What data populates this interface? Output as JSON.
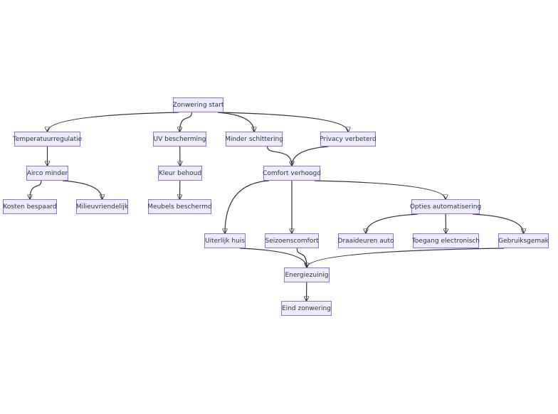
{
  "colors": {
    "node_fill": "#ececff",
    "node_border": "#9370db",
    "edge": "#333333",
    "text": "#333333"
  },
  "nodes": {
    "start": "Zonwering start",
    "temp": "Temperatuurregulatie",
    "uv": "UV bescherming",
    "glare": "Minder schittering",
    "privacy": "Privacy verbeterd",
    "airco": "Airco minder",
    "color": "Kleur behoud",
    "comfort": "Comfort verhoogd",
    "cost": "Kosten bespaard",
    "eco": "Milieuvriendelijk",
    "furniture": "Meubels beschermd",
    "automation": "Opties automatisering",
    "looks": "Uiterlijk huis",
    "season": "Seizoenscomfort",
    "turning": "Draaideuren auto",
    "access": "Toegang electronisch",
    "ease": "Gebruiksgemak",
    "energy": "Energiezuinig",
    "end": "Eind zonwering"
  },
  "edges": [
    [
      "start",
      "temp"
    ],
    [
      "start",
      "uv"
    ],
    [
      "start",
      "glare"
    ],
    [
      "start",
      "privacy"
    ],
    [
      "temp",
      "airco"
    ],
    [
      "uv",
      "color"
    ],
    [
      "glare",
      "comfort"
    ],
    [
      "privacy",
      "comfort"
    ],
    [
      "airco",
      "cost"
    ],
    [
      "airco",
      "eco"
    ],
    [
      "color",
      "furniture"
    ],
    [
      "comfort",
      "looks"
    ],
    [
      "comfort",
      "season"
    ],
    [
      "comfort",
      "automation"
    ],
    [
      "automation",
      "turning"
    ],
    [
      "automation",
      "access"
    ],
    [
      "automation",
      "ease"
    ],
    [
      "looks",
      "energy"
    ],
    [
      "season",
      "energy"
    ],
    [
      "ease",
      "energy"
    ],
    [
      "energy",
      "end"
    ]
  ]
}
